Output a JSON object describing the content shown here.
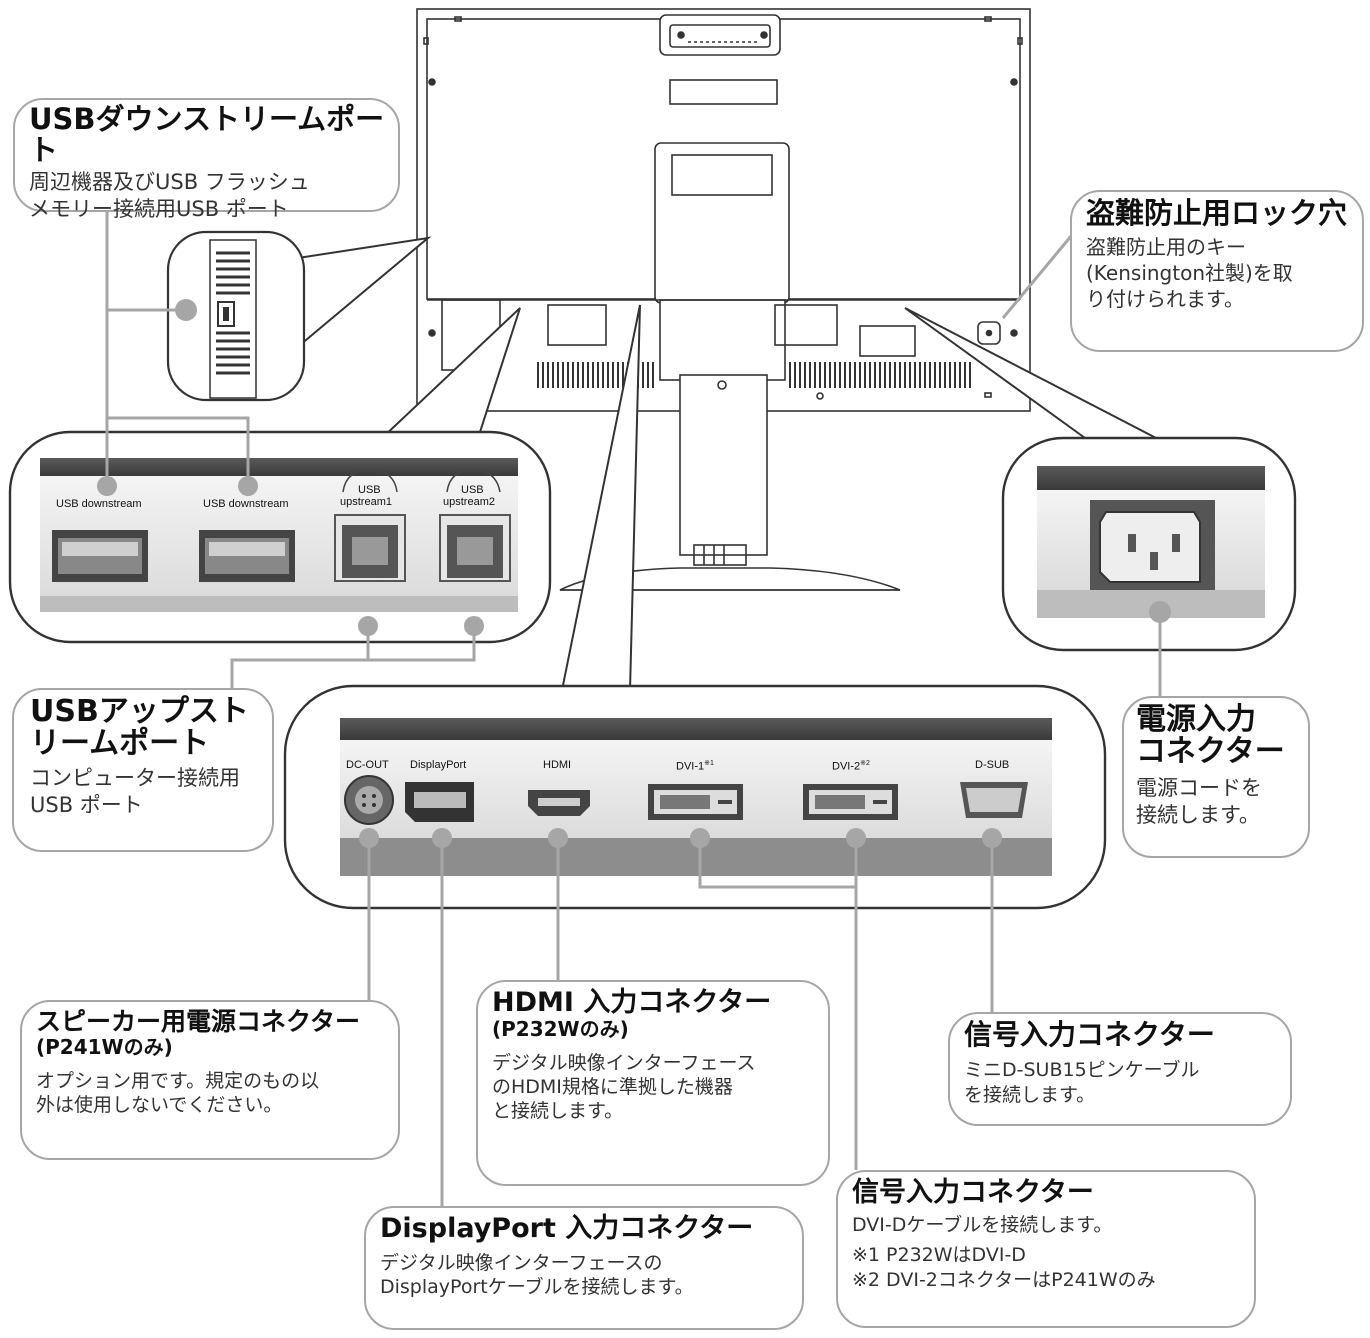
{
  "callouts": {
    "usb_down": {
      "title": "USBダウンストリームポート",
      "desc1": "周辺機器及びUSB フラッシュ",
      "desc2": "メモリー接続用USB ポート"
    },
    "lock": {
      "title": "盗難防止用ロック穴",
      "desc1": "盗難防止用のキー",
      "desc2": "(Kensington社製)を取",
      "desc3": "り付けられます。"
    },
    "usb_up": {
      "title1": "USBアップスト",
      "title2": "リームポート",
      "desc1": "コンピューター接続用",
      "desc2": "USB ポート"
    },
    "power": {
      "title1": "電源入力",
      "title2": "コネクター",
      "desc1": "電源コードを",
      "desc2": "接続します。"
    },
    "speaker": {
      "title": "スピーカー用電源コネクター",
      "sub": "(P241Wのみ)",
      "desc1": "オプション用です。規定のもの以",
      "desc2": "外は使用しないでください。"
    },
    "hdmi": {
      "title": "HDMI 入力コネクター",
      "sub": "(P232Wのみ)",
      "desc1": "デジタル映像インターフェース",
      "desc2": "のHDMI規格に準拠した機器",
      "desc3": "と接続します。"
    },
    "signal_dsub": {
      "title": "信号入力コネクター",
      "desc1": "ミニD-SUB15ピンケーブル",
      "desc2": "を接続します。"
    },
    "signal_dvi": {
      "title": "信号入力コネクター",
      "desc1": "DVI-Dケーブルを接続します。",
      "note1": "※1 P232WはDVI-D",
      "note2": "※2 DVI-2コネクターはP241Wのみ"
    },
    "displayport": {
      "title": "DisplayPort 入力コネクター",
      "desc1": "デジタル映像インターフェースの",
      "desc2": "DisplayPortケーブルを接続します。"
    }
  },
  "panel_labels": {
    "usb_downstream_1": "USB downstream",
    "usb_downstream_2": "USB downstream",
    "usb_up1_a": "USB",
    "usb_up1_b": "upstream1",
    "usb_up2_a": "USB",
    "usb_up2_b": "upstream2",
    "dc_out": "DC-OUT",
    "displayport": "DisplayPort",
    "hdmi": "HDMI",
    "dvi1": "DVI-1",
    "dvi1_mark": "※1",
    "dvi2": "DVI-2",
    "dvi2_mark": "※2",
    "dsub": "D-SUB"
  }
}
